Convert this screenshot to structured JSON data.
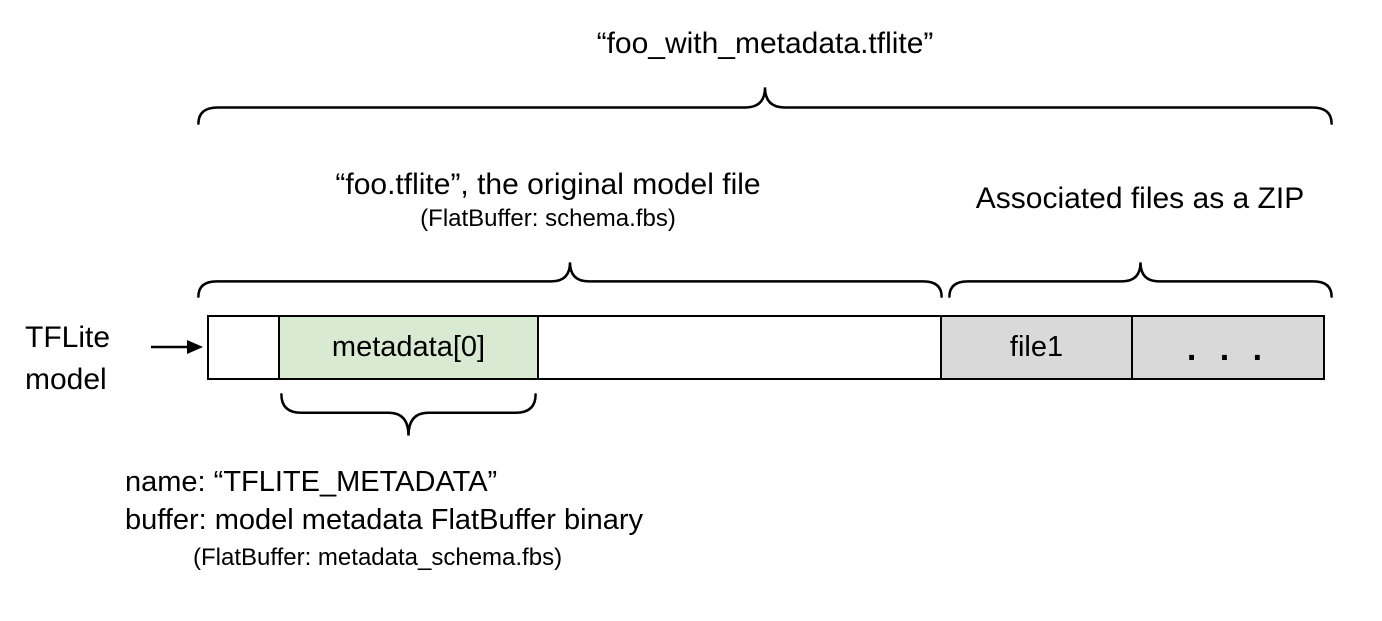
{
  "title": "“foo_with_metadata.tflite”",
  "sections": {
    "model": {
      "heading": "“foo.tflite”, the original model file",
      "subheading": "(FlatBuffer: schema.fbs)"
    },
    "zip": {
      "heading": "Associated files as a ZIP"
    }
  },
  "bar": {
    "pointer_label_line1": "TFLite",
    "pointer_label_line2": "model",
    "segments": [
      {
        "name": "model-header",
        "label": ""
      },
      {
        "name": "metadata",
        "label": "metadata[0]",
        "fill": "metadata_fill"
      },
      {
        "name": "model-body",
        "label": ""
      },
      {
        "name": "file1",
        "label": "file1",
        "fill": "file_fill"
      },
      {
        "name": "more-files",
        "label": ". . .",
        "fill": "file_fill"
      }
    ]
  },
  "annotation": {
    "line1": "name: “TFLITE_METADATA”",
    "line2": "buffer: model metadata FlatBuffer binary",
    "line3": "(FlatBuffer: metadata_schema.fbs)"
  },
  "colors": {
    "metadata_fill": "#d9ead3",
    "file_fill": "#d9d9d9",
    "stroke": "#000000",
    "background": "#ffffff"
  }
}
